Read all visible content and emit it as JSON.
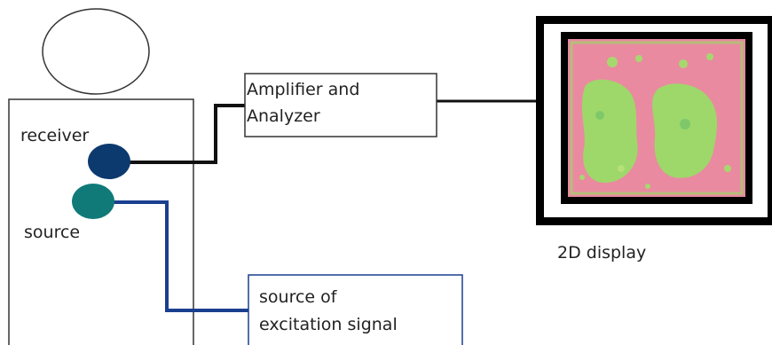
{
  "labels": {
    "receiver": "receiver",
    "source": "source",
    "amplifier": [
      "Amplifier and",
      "Analyzer"
    ],
    "excitation": [
      "source of",
      "excitation signal"
    ],
    "display": "2D display"
  },
  "colors": {
    "receiver_fill": "#0d3a6e",
    "source_fill": "#0f7a78",
    "receiver_cable": "#111111",
    "source_cable": "#1a3f8f",
    "excitation_border": "#1a3f8f",
    "display_bg": "#e98aa0",
    "display_patch": "#9ed86a"
  },
  "icons": {
    "head": "head-outline",
    "receiver": "receiver-sensor",
    "source": "source-sensor",
    "display": "2d-thermal-image"
  }
}
